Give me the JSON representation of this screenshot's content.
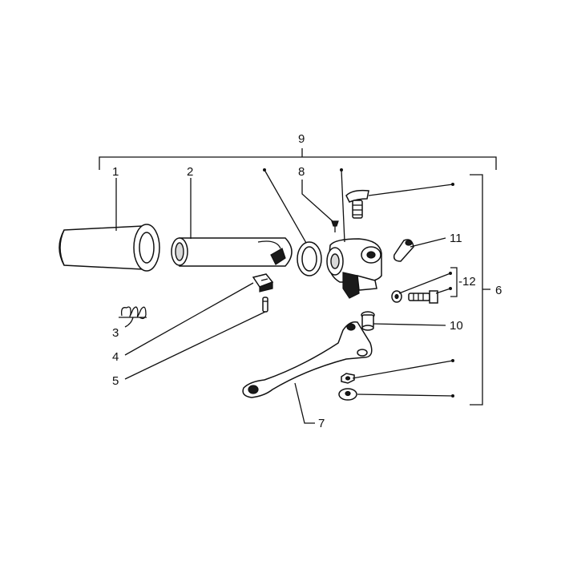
{
  "diagram": {
    "labels": {
      "l1": "1",
      "l2": "2",
      "l3": "3",
      "l4": "4",
      "l5": "5",
      "l6": "6",
      "l7": "7",
      "l8": "8",
      "l9": "9",
      "l10": "10",
      "l11": "11",
      "l12": "-12"
    }
  }
}
